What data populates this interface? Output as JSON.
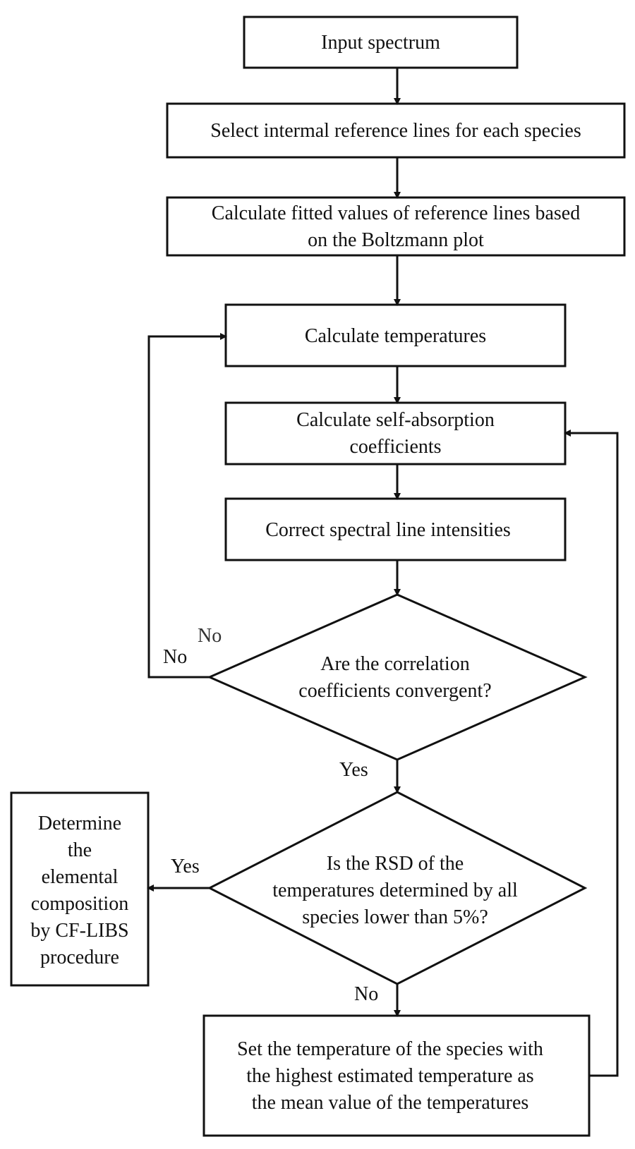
{
  "nodes": {
    "input": {
      "lines": [
        "Input spectrum"
      ]
    },
    "select": {
      "lines": [
        "Select intermal reference lines for each species"
      ]
    },
    "fitted": {
      "lines": [
        "Calculate fitted values of reference lines based",
        "on the Boltzmann plot"
      ]
    },
    "temperatures": {
      "lines": [
        "Calculate temperatures"
      ]
    },
    "self_absorption": {
      "lines": [
        "Calculate self-absorption",
        "coefficients"
      ]
    },
    "correct": {
      "lines": [
        "Correct spectral line intensities"
      ]
    },
    "convergent": {
      "lines": [
        "Are the correlation",
        "coefficients convergent?"
      ]
    },
    "rsd": {
      "lines": [
        "Is the RSD of the",
        "temperatures determined by all",
        "species lower than 5%?"
      ]
    },
    "determine": {
      "lines": [
        "Determine",
        "the",
        "elemental",
        "composition",
        "by CF-LIBS",
        "procedure"
      ]
    },
    "set_temp": {
      "lines": [
        "Set the temperature of the species with",
        "the highest estimated temperature as",
        "the mean value of the temperatures"
      ]
    }
  },
  "edge_labels": {
    "convergent_no_outer": "No",
    "convergent_no_inner": "No",
    "convergent_yes": "Yes",
    "rsd_yes": "Yes",
    "rsd_no": "No"
  },
  "colors": {
    "stroke": "#111111",
    "background": "#ffffff"
  }
}
